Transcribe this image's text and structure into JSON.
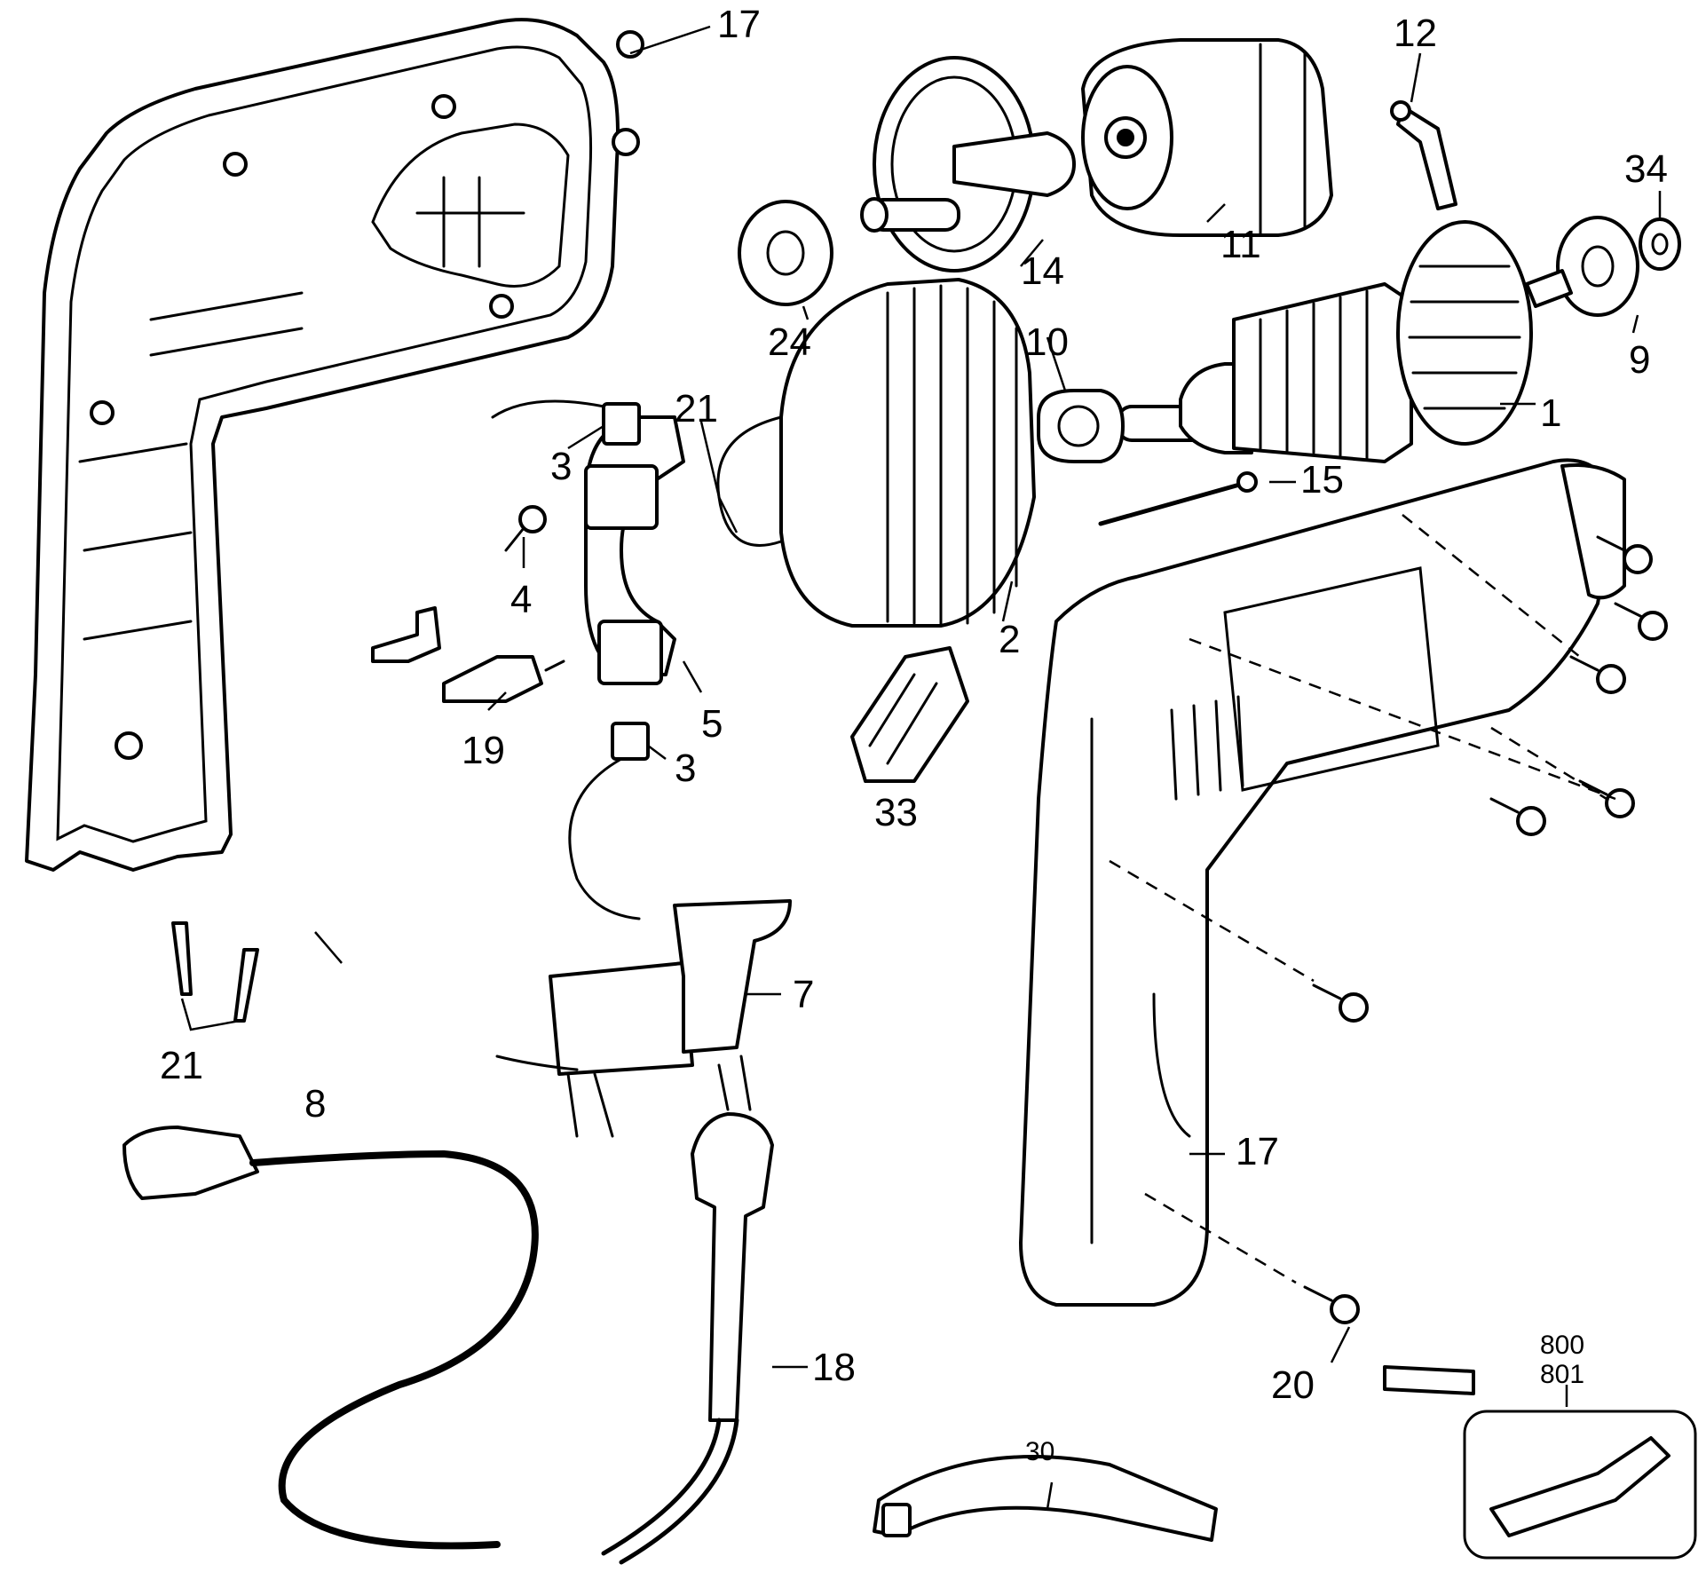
{
  "callouts": {
    "c17_top": "17",
    "c12": "12",
    "c34": "34",
    "c14": "14",
    "c11": "11",
    "c24": "24",
    "c9": "9",
    "c10": "10",
    "c1": "1",
    "c21_top": "21",
    "c3_top": "3",
    "c15": "15",
    "c4": "4",
    "c2": "2",
    "c5": "5",
    "c19": "19",
    "c33": "33",
    "c3_mid": "3",
    "c7": "7",
    "c21_bottom": "21",
    "c8": "8",
    "c17_right": "17",
    "c18": "18",
    "c20": "20",
    "c30": "30",
    "c800": "800",
    "c801": "801"
  }
}
